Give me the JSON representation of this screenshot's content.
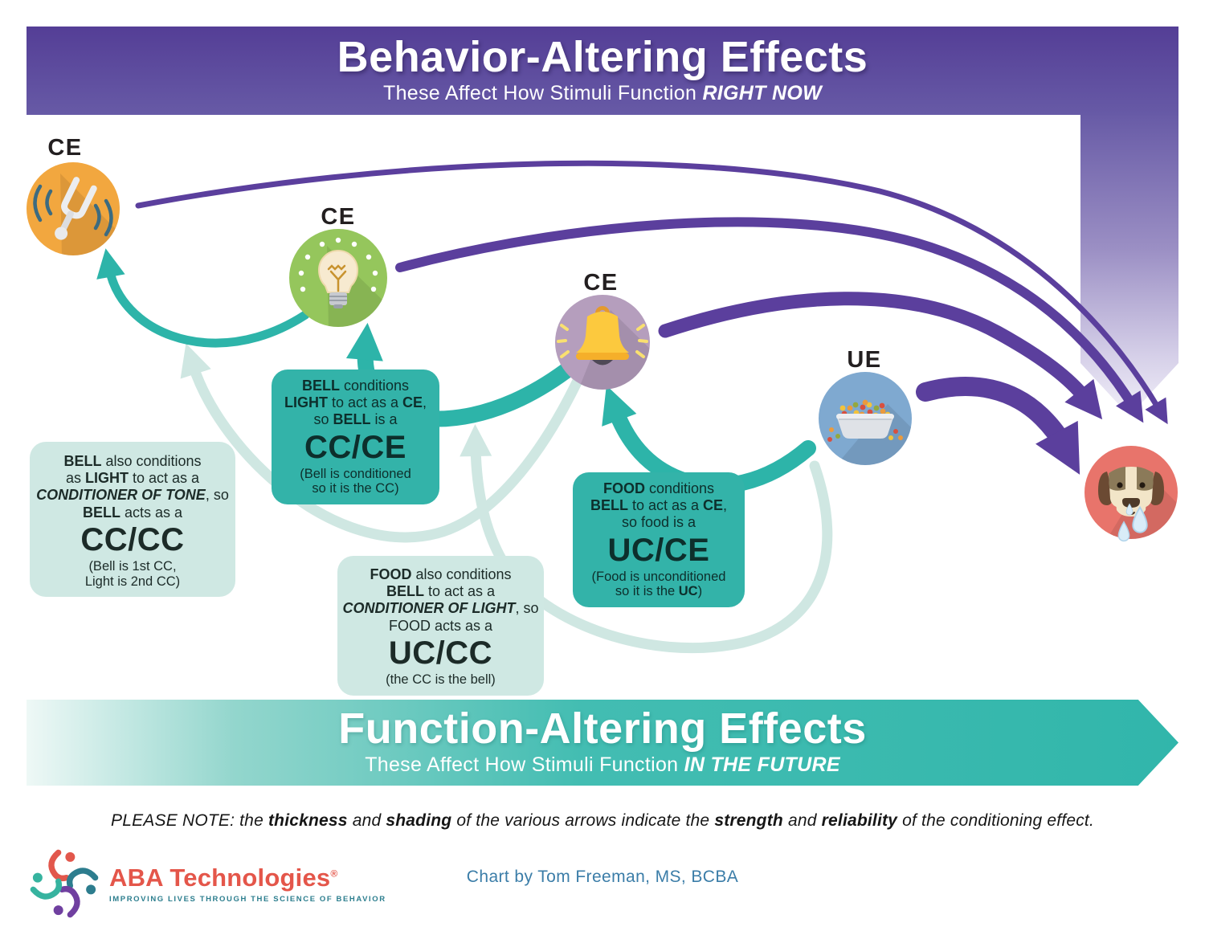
{
  "colors": {
    "banner_purple": "#5b4a9e",
    "arrow_purple": "#5b3f9d",
    "teal_dark": "#2db4a9",
    "teal_pale": "#cfe7e2",
    "box_dark_bg": "#33b3a9",
    "box_pale_bg": "#cfe8e3",
    "fork_circle": "#f2a73f",
    "bulb_circle": "#95c65c",
    "bell_circle": "#b59ebd",
    "food_circle": "#7fa9d0",
    "dog_circle": "#e8746b"
  },
  "top_banner": {
    "title": "Behavior-Altering Effects",
    "subtitle": [
      {
        "t": "These Affect How Stimuli Function "
      },
      {
        "t": "RIGHT NOW",
        "b": true,
        "i": true
      }
    ]
  },
  "bottom_banner": {
    "title": "Function-Altering Effects",
    "subtitle": [
      {
        "t": "These Affect How Stimuli Function "
      },
      {
        "t": "IN THE FUTURE",
        "b": true,
        "i": true
      }
    ]
  },
  "labels": {
    "tuning_fork": "CE",
    "light_bulb": "CE",
    "bell": "CE",
    "food_bowl": "UE"
  },
  "boxes": {
    "cc_ce": {
      "text": [
        {
          "t": "BELL",
          "b": true
        },
        {
          "t": " conditions"
        },
        {
          "br": true
        },
        {
          "t": "LIGHT",
          "b": true
        },
        {
          "t": " to act as a "
        },
        {
          "t": "CE",
          "b": true
        },
        {
          "t": ","
        },
        {
          "br": true
        },
        {
          "t": "so "
        },
        {
          "t": "BELL",
          "b": true
        },
        {
          "t": " is a"
        }
      ],
      "big": "CC/CE",
      "note": [
        {
          "t": "(Bell is conditioned"
        },
        {
          "br": true
        },
        {
          "t": "so it is the CC)"
        }
      ]
    },
    "cc_cc": {
      "text": [
        {
          "t": "BELL",
          "b": true
        },
        {
          "t": " also conditions"
        },
        {
          "br": true
        },
        {
          "t": "as "
        },
        {
          "t": "LIGHT",
          "b": true
        },
        {
          "t": " to act as a"
        },
        {
          "br": true
        },
        {
          "t": "CONDITIONER OF TONE",
          "b": true,
          "i": true
        },
        {
          "t": ", so"
        },
        {
          "br": true
        },
        {
          "t": "BELL",
          "b": true
        },
        {
          "t": " acts as a"
        }
      ],
      "big": "CC/CC",
      "note": [
        {
          "t": "(Bell is 1st CC,"
        },
        {
          "br": true
        },
        {
          "t": "Light is 2nd CC)"
        }
      ]
    },
    "uc_ce": {
      "text": [
        {
          "t": "FOOD",
          "b": true
        },
        {
          "t": " conditions"
        },
        {
          "br": true
        },
        {
          "t": "BELL",
          "b": true
        },
        {
          "t": " to act as a "
        },
        {
          "t": "CE",
          "b": true
        },
        {
          "t": ","
        },
        {
          "br": true
        },
        {
          "t": "so food is a"
        }
      ],
      "big": "UC/CE",
      "note": [
        {
          "t": "(Food is unconditioned"
        },
        {
          "br": true
        },
        {
          "t": "so it is the "
        },
        {
          "t": "UC",
          "b": true
        },
        {
          "t": ")"
        }
      ]
    },
    "uc_cc": {
      "text": [
        {
          "t": "FOOD",
          "b": true
        },
        {
          "t": " also conditions"
        },
        {
          "br": true
        },
        {
          "t": "BELL",
          "b": true
        },
        {
          "t": " to act as a"
        },
        {
          "br": true
        },
        {
          "t": "CONDITIONER OF LIGHT",
          "b": true,
          "i": true
        },
        {
          "t": ", so"
        },
        {
          "br": true
        },
        {
          "t": "FOOD acts as a"
        }
      ],
      "big": "UC/CC",
      "note": [
        {
          "t": "(the CC is the bell)"
        }
      ]
    }
  },
  "footnote": [
    {
      "t": "PLEASE NOTE:  the "
    },
    {
      "t": "thickness",
      "b": true
    },
    {
      "t": " and "
    },
    {
      "t": "shading",
      "b": true
    },
    {
      "t": " of the various arrows indicate the "
    },
    {
      "t": "strength",
      "b": true
    },
    {
      "t": " and "
    },
    {
      "t": "reliability",
      "b": true
    },
    {
      "t": " of the conditioning effect."
    }
  ],
  "footer": {
    "logo_title": "ABA Technologies",
    "logo_reg": "®",
    "logo_tagline": "IMPROVING LIVES THROUGH THE SCIENCE OF BEHAVIOR",
    "credit": "Chart by Tom Freeman, MS, BCBA"
  }
}
